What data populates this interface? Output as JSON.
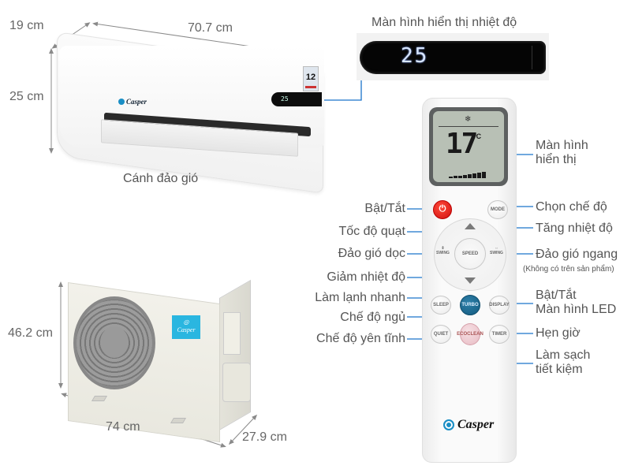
{
  "product": {
    "brand": "Casper",
    "accent_color": "#1a73c9"
  },
  "indoor_unit": {
    "dimensions": {
      "depth": "19 cm",
      "width": "70.7 cm",
      "height": "25 cm"
    },
    "display_value": "25",
    "energy_label_value": "12",
    "flap_label": "Cánh đảo gió"
  },
  "indoor_display_callout": {
    "title": "Màn hình hiển thị nhiệt độ",
    "digits": "25"
  },
  "remote": {
    "lcd": {
      "temperature": "17",
      "unit": "°C",
      "mode_icon": "snowflake-icon"
    },
    "buttons": {
      "power": "⏻",
      "mode": "MODE",
      "speed": "SPEED",
      "swing_left": "SWING",
      "swing_right": "SWING",
      "sleep": "SLEEP",
      "turbo": "TURBO",
      "display": "DISPLAY",
      "quiet": "QUIET",
      "eco_clean_line1": "ECO",
      "eco_clean_line2": "CLEAN",
      "timer": "TIMER"
    },
    "brand_logo": "Casper"
  },
  "callouts": {
    "left": {
      "power": "Bật/Tắt",
      "fan_speed": "Tốc độ quạt",
      "vertical_swing": "Đảo gió dọc",
      "temp_down": "Giảm nhiệt độ",
      "turbo": "Làm lạnh nhanh",
      "sleep": "Chế độ ngủ",
      "quiet": "Chế độ yên tĩnh"
    },
    "right": {
      "screen_line1": "Màn hình",
      "screen_line2": "hiển thị",
      "mode": "Chọn chế độ",
      "temp_up": "Tăng nhiệt độ",
      "horizontal_swing": "Đảo gió ngang",
      "horizontal_swing_note": "(Không có trên sản phẩm)",
      "display_line1": "Bật/Tắt",
      "display_line2": "Màn hình LED",
      "timer": "Hẹn giờ",
      "eco_line1": "Làm sạch",
      "eco_line2": "tiết kiệm"
    }
  },
  "outdoor_unit": {
    "dimensions": {
      "height": "46.2 cm",
      "width": "74 cm",
      "depth": "27.9 cm"
    },
    "logo": "Casper"
  }
}
